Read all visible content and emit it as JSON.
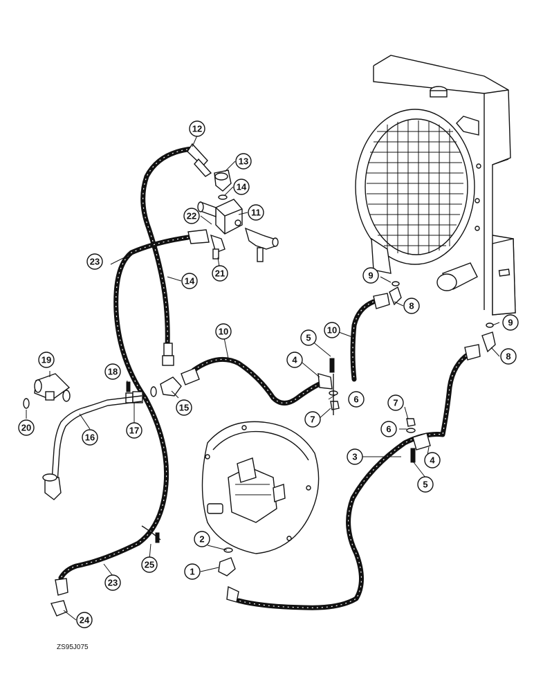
{
  "drawing": {
    "code": "ZS95J075",
    "callouts": [
      "1",
      "2",
      "3",
      "4",
      "4",
      "5",
      "5",
      "6",
      "6",
      "7",
      "7",
      "8",
      "8",
      "9",
      "9",
      "10",
      "10",
      "11",
      "12",
      "13",
      "14",
      "14",
      "15",
      "16",
      "17",
      "18",
      "19",
      "20",
      "21",
      "22",
      "23",
      "23",
      "24",
      "25"
    ]
  }
}
